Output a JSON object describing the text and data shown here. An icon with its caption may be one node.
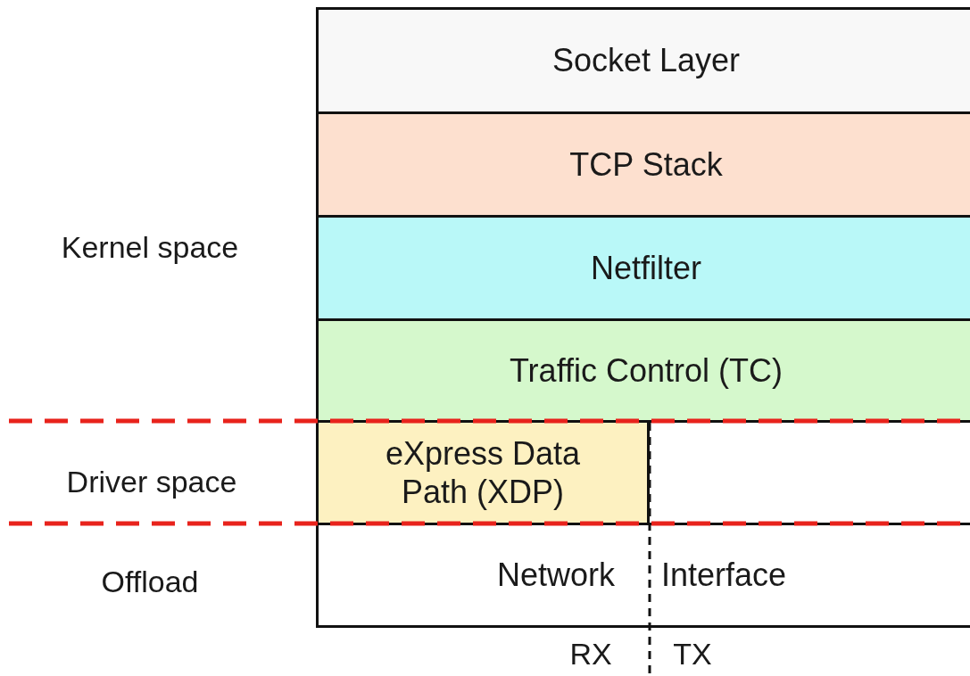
{
  "diagram": {
    "nodes": [
      {
        "text": [
          "Socket Layer"
        ]
      },
      {
        "text": [
          "TCP Stack"
        ]
      },
      {
        "text": [
          "Netfilter"
        ]
      },
      {
        "text": [
          "Traffic Control (TC)"
        ]
      },
      {
        "text": [
          "eXpress Data Path (XDP)"
        ]
      },
      {
        "text": [
          "Network",
          "Interface"
        ]
      }
    ],
    "labels": [
      "Kernel space",
      "Driver space",
      "Offload",
      "RX",
      "TX"
    ]
  }
}
